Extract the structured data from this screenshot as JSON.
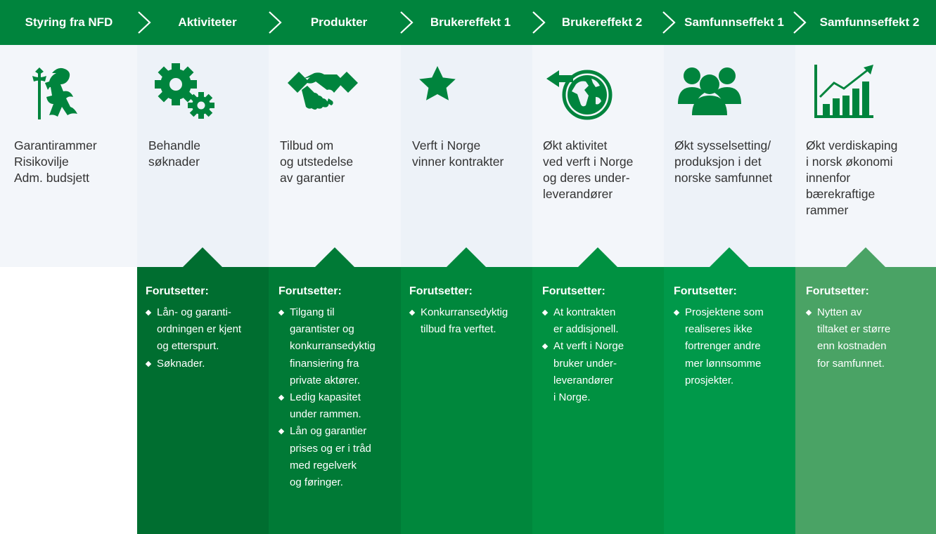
{
  "colors": {
    "header": "#00843d",
    "column_bg": "#edf2f8",
    "box1": "#006e30",
    "box2": "#007a36",
    "box3": "#00873c",
    "box4": "#009141",
    "box5": "#00994a",
    "box6": "#4aa365"
  },
  "steps": [
    {
      "title": "Styring fra NFD",
      "icon": "norwegian-coat-of-arms-icon",
      "text": "Garantirammer\nRisikovilje\nAdm. budsjett"
    },
    {
      "title": "Aktiviteter",
      "icon": "gears-icon",
      "text": "Behandle\nsøknader",
      "pre_title": "Forutsetter:",
      "pre_items": [
        "Lån- og garanti-\nordningen er kjent\nog etterspurt.",
        "Søknader."
      ]
    },
    {
      "title": "Produkter",
      "icon": "handshake-icon",
      "text": "Tilbud om\nog utstedelse\nav garantier",
      "pre_title": "Forutsetter:",
      "pre_items": [
        "Tilgang til\ngarantister og\nkonkurransedyktig\nfinansiering fra\nprivate aktører.",
        "Ledig kapasitet\nunder rammen.",
        "Lån og garantier\nprises og er i tråd\nmed regelverk\nog føringer."
      ]
    },
    {
      "title": "Brukereffekt 1",
      "icon": "star-icon",
      "text": "Verft i Norge\nvinner kontrakter",
      "pre_title": "Forutsetter:",
      "pre_items": [
        "Konkurransedyktig\ntilbud fra verftet."
      ]
    },
    {
      "title": "Brukereffekt 2",
      "icon": "globe-arrow-icon",
      "text": "Økt aktivitet\nved verft i Norge\nog deres under-\nleverandører",
      "pre_title": "Forutsetter:",
      "pre_items": [
        "At kontrakten\ner addisjonell.",
        "At verft i Norge\nbruker under-\nleverandører\ni Norge."
      ]
    },
    {
      "title": "Samfunnseffekt 1",
      "icon": "people-group-icon",
      "text": "Økt sysselsetting/\nproduksjon i det\nnorske samfunnet",
      "pre_title": "Forutsetter:",
      "pre_items": [
        "Prosjektene som\nrealiseres ikke\nfortrenger andre\nmer lønnsomme\nprosjekter."
      ]
    },
    {
      "title": "Samfunnseffekt 2",
      "icon": "growth-chart-icon",
      "text": "Økt verdiskaping\ni norsk økonomi\ninnenfor\nbærekraftige\nrammer",
      "pre_title": "Forutsetter:",
      "pre_items": [
        "Nytten av\ntiltaket er større\nenn kostnaden\nfor samfunnet."
      ]
    }
  ]
}
